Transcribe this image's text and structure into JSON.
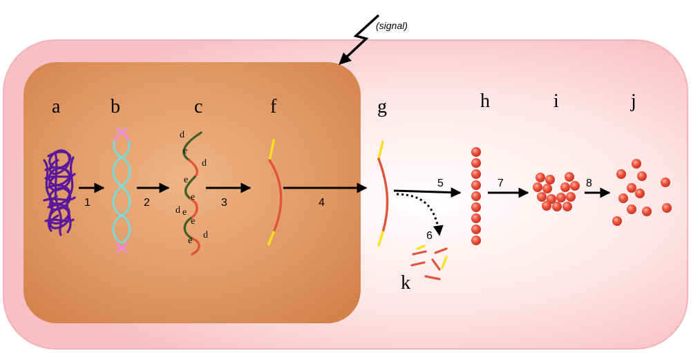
{
  "signal": {
    "label": "(signal)"
  },
  "stages": {
    "a": "a",
    "b": "b",
    "c": "c",
    "f": "f",
    "g": "g",
    "h": "h",
    "i": "i",
    "j": "j",
    "k": "k"
  },
  "steps": {
    "s1": "1",
    "s2": "2",
    "s3": "3",
    "s4": "4",
    "s5": "5",
    "s6": "6",
    "s7": "7",
    "s8": "8"
  },
  "markers": [
    {
      "id": "m1",
      "text": "d"
    },
    {
      "id": "m2",
      "text": "e"
    },
    {
      "id": "m3",
      "text": "d"
    },
    {
      "id": "m4",
      "text": "e"
    },
    {
      "id": "m5",
      "text": "e"
    },
    {
      "id": "m6",
      "text": "d"
    },
    {
      "id": "m7",
      "text": "e"
    },
    {
      "id": "m8",
      "text": "d"
    },
    {
      "id": "m9",
      "text": "e"
    },
    {
      "id": "m10",
      "text": "e"
    },
    {
      "id": "m11",
      "text": "d"
    }
  ],
  "colors": {
    "cell_fill": "#fcd3d5",
    "cell_stroke": "#f4b6bb",
    "nucleus_fill": "#db8b56",
    "chromatin": "#5a199c",
    "dna_strand_a": "#7fd8d4",
    "dna_strand_b": "#f28ad8",
    "exon": "#e2533a",
    "intron": "#475e26",
    "cap_tail": "#f7e11c",
    "protein_bead": "#ef5240",
    "arrow": "#000000"
  }
}
